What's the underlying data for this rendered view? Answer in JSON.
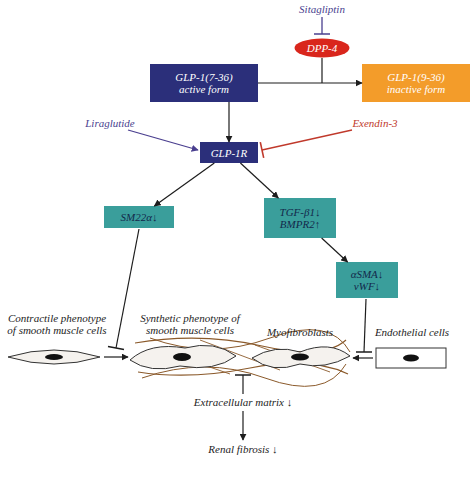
{
  "diagram": {
    "nodes": [
      {
        "text": [
          "DPP-4"
        ]
      },
      {
        "text": [
          "GLP-1(7-36) active form"
        ]
      },
      {
        "text": [
          "GLP-1(9-36) inactive form"
        ]
      },
      {
        "text": [
          "GLP-1R"
        ]
      },
      {
        "text": [
          "SM22α↓"
        ]
      },
      {
        "text": [
          "TGF-β1↓ BMPR2↑"
        ]
      },
      {
        "text": [
          "αSMA↓ vWF↓"
        ]
      }
    ],
    "edges": [
      {
        "from": 1,
        "to": 2,
        "arrow": "to"
      },
      {
        "from": 1,
        "to": 3,
        "arrow": "to"
      },
      {
        "from": 3,
        "to": 4,
        "arrow": "to"
      },
      {
        "from": 3,
        "to": 5,
        "arrow": "to"
      },
      {
        "from": 5,
        "to": 6,
        "arrow": "to"
      }
    ],
    "labels": [
      "Sitagliptin",
      "Liraglutide",
      "Exendin-3",
      "Contractile phenotype of smooth muscle cells",
      "Synthetic phenotype of smooth muscle cells",
      "Myofibroblasts",
      "Endothelial cells",
      "Extracellular matrix ↓",
      "Renal fibrosis ↓"
    ]
  }
}
